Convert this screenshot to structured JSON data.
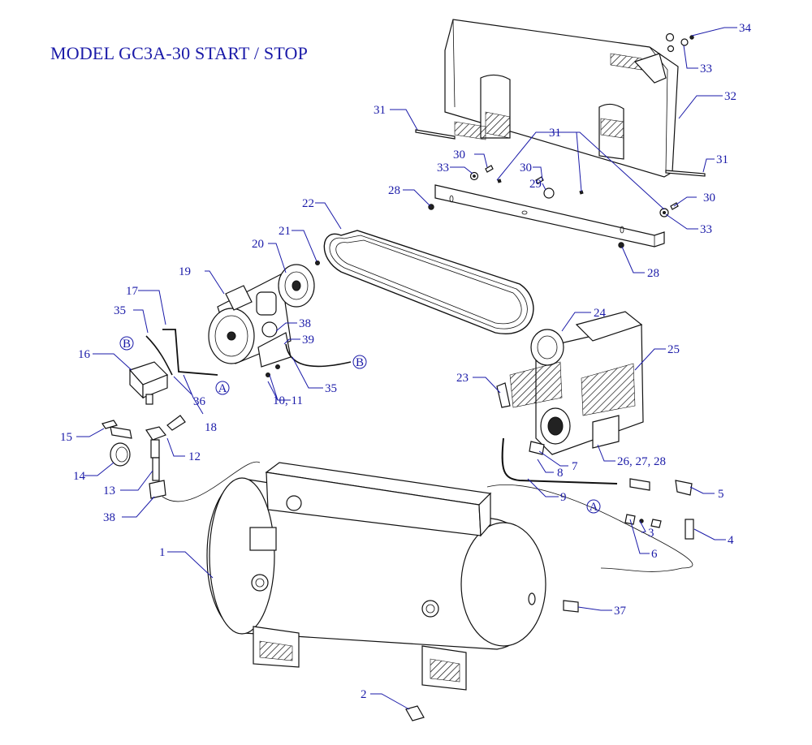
{
  "diagram": {
    "title": "MODEL GC3A-30 START / STOP",
    "colors": {
      "label": "#1a1aa8",
      "line_art": "#111111",
      "background": "#ffffff"
    },
    "callouts": [
      "1",
      "2",
      "3",
      "4",
      "5",
      "6",
      "7",
      "8",
      "9",
      "10, 11",
      "12",
      "13",
      "14",
      "15",
      "16",
      "17",
      "18",
      "19",
      "20",
      "21",
      "22",
      "23",
      "24",
      "25",
      "26, 27, 28",
      "28",
      "29",
      "30",
      "31",
      "32",
      "33",
      "34",
      "35",
      "36",
      "37",
      "38",
      "39"
    ],
    "reference_markers": [
      "A",
      "B"
    ],
    "parts": [
      {
        "id": "1",
        "label": "1"
      },
      {
        "id": "2",
        "label": "2"
      },
      {
        "id": "3",
        "label": "3"
      },
      {
        "id": "4",
        "label": "4"
      },
      {
        "id": "5",
        "label": "5"
      },
      {
        "id": "6",
        "label": "6"
      },
      {
        "id": "7",
        "label": "7"
      },
      {
        "id": "8",
        "label": "8"
      },
      {
        "id": "9",
        "label": "9"
      },
      {
        "id": "10_11",
        "label": "10, 11"
      },
      {
        "id": "12",
        "label": "12"
      },
      {
        "id": "13",
        "label": "13"
      },
      {
        "id": "14",
        "label": "14"
      },
      {
        "id": "15",
        "label": "15"
      },
      {
        "id": "16",
        "label": "16"
      },
      {
        "id": "17",
        "label": "17"
      },
      {
        "id": "18",
        "label": "18"
      },
      {
        "id": "19",
        "label": "19"
      },
      {
        "id": "20",
        "label": "20"
      },
      {
        "id": "21",
        "label": "21"
      },
      {
        "id": "22",
        "label": "22"
      },
      {
        "id": "23",
        "label": "23"
      },
      {
        "id": "24",
        "label": "24"
      },
      {
        "id": "25",
        "label": "25"
      },
      {
        "id": "26_27_28",
        "label": "26, 27, 28"
      },
      {
        "id": "28",
        "label": "28"
      },
      {
        "id": "29",
        "label": "29"
      },
      {
        "id": "30",
        "label": "30"
      },
      {
        "id": "31",
        "label": "31"
      },
      {
        "id": "32",
        "label": "32"
      },
      {
        "id": "33",
        "label": "33"
      },
      {
        "id": "34",
        "label": "34"
      },
      {
        "id": "35",
        "label": "35"
      },
      {
        "id": "36",
        "label": "36"
      },
      {
        "id": "37",
        "label": "37"
      },
      {
        "id": "38",
        "label": "38"
      },
      {
        "id": "39",
        "label": "39"
      }
    ]
  }
}
